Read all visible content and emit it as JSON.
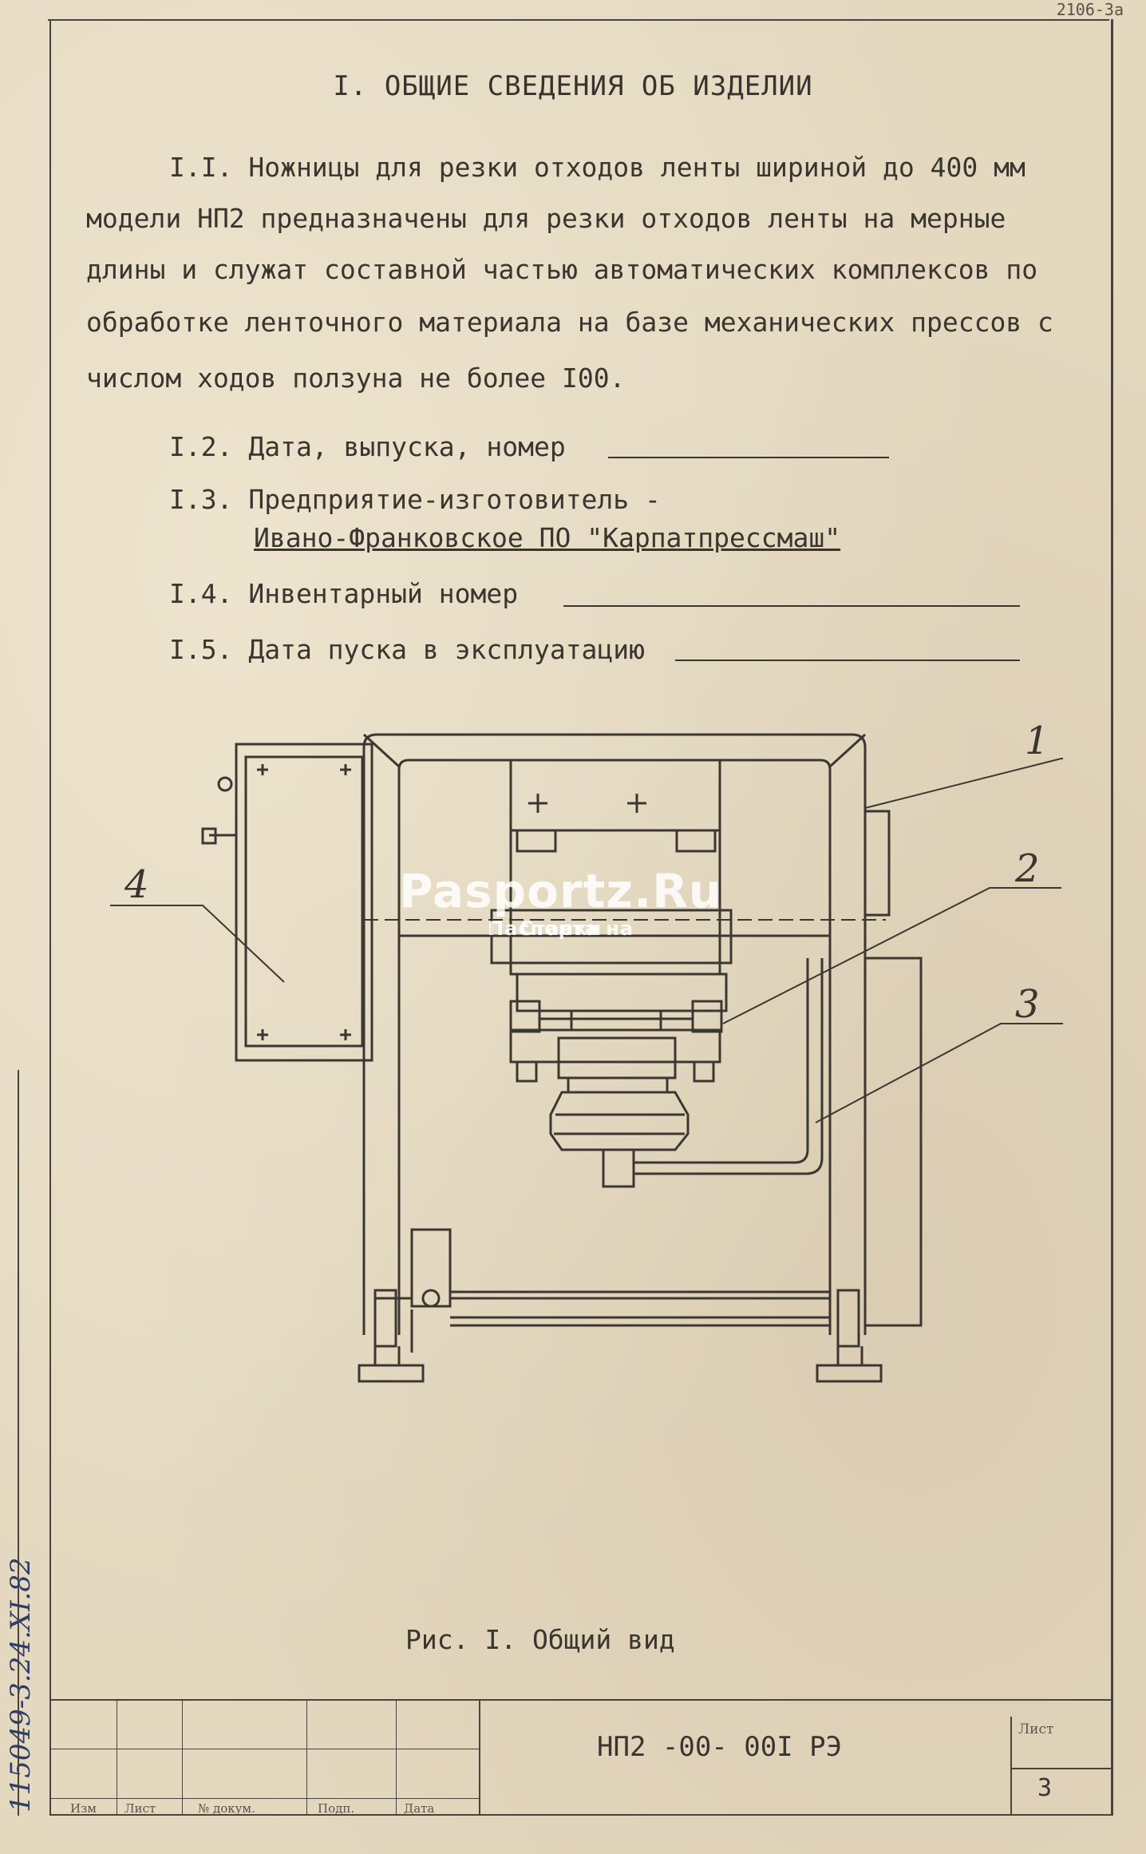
{
  "header": {
    "corner_code": "2106-3а"
  },
  "section_title": "I. ОБЩИЕ СВЕДЕНИЯ ОБ ИЗДЕЛИИ",
  "paragraph_1_1": {
    "lines": [
      "I.I. Ножницы для резки отходов ленты шириной до 400 мм",
      "модели НП2 предназначены для резки отходов ленты на мерные",
      "длины и служат составной частью автоматических комплексов по",
      "обработке ленточного материала на базе механических прессов с",
      "числом ходов ползуна не более I00."
    ]
  },
  "fields": {
    "f1_2": "I.2. Дата, выпуска, номер",
    "f1_3_label": "I.3. Предприятие-изготовитель -",
    "f1_3_value": "Ивано-Франковское ПО \"Карпатпрессмаш\"",
    "f1_4": "I.4. Инвентарный номер",
    "f1_5": "I.5. Дата пуска в эксплуатацию"
  },
  "figure": {
    "callouts": [
      "1",
      "2",
      "3",
      "4"
    ],
    "caption": "Рис. I. Общий вид"
  },
  "watermark": {
    "text": "Pasportz.Ru",
    "subtitle_1": "Паспорта на",
    "subtitle_2": "Станки"
  },
  "title_block": {
    "doc_code": "НП2 -00- 00I РЭ",
    "sheet_label": "Лист",
    "sheet_number": "3",
    "columns": [
      "Изм",
      "Лист",
      "№ докум.",
      "Подп.",
      "Дата"
    ]
  },
  "side_stamp": "115049-3.24.XI.82"
}
